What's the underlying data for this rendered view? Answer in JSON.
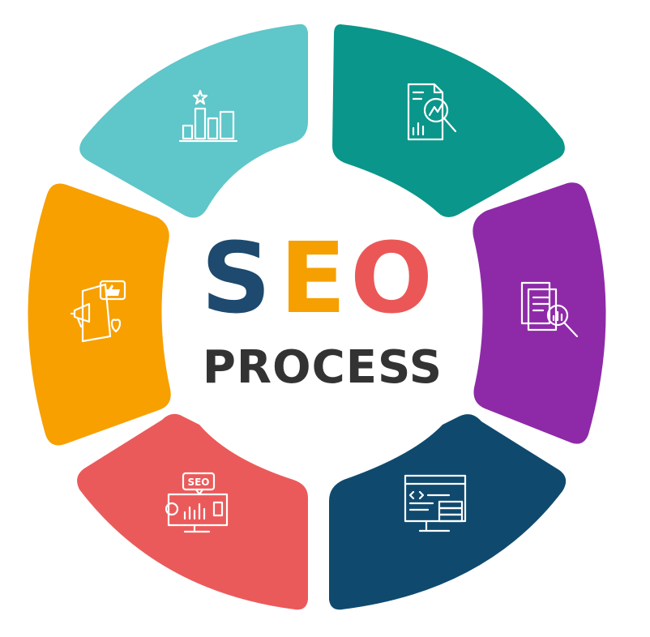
{
  "title": {
    "letters": [
      "S",
      "E",
      "O"
    ],
    "subtitle": "PROCESS"
  },
  "colors": {
    "s_letter": "#1d4a6e",
    "e_letter": "#f5a000",
    "o_letter": "#eb5757",
    "process_text": "#333333",
    "segment_teal_light": "#5fc6c9",
    "segment_teal_dark": "#0a968a",
    "segment_purple": "#8e2aa8",
    "segment_navy": "#0f4a6e",
    "segment_red": "#eb5a5a",
    "segment_orange": "#f7a000"
  },
  "segments": [
    {
      "id": "top-left",
      "color": "#5fc6c9",
      "icon": "ranking-chart-icon"
    },
    {
      "id": "top-right",
      "color": "#0a968a",
      "icon": "data-analysis-icon"
    },
    {
      "id": "right",
      "color": "#8e2aa8",
      "icon": "content-audit-icon"
    },
    {
      "id": "bottom-right",
      "color": "#0f4a6e",
      "icon": "web-development-icon"
    },
    {
      "id": "bottom-left",
      "color": "#eb5a5a",
      "icon": "seo-dashboard-icon"
    },
    {
      "id": "left",
      "color": "#f7a000",
      "icon": "social-marketing-icon"
    }
  ],
  "icon_texts": {
    "seo_screen_label": "SEO",
    "code_tag": "</>"
  }
}
